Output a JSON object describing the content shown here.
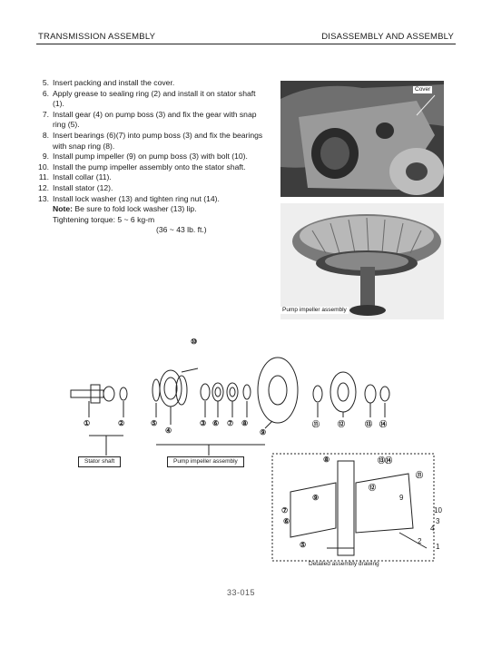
{
  "header": {
    "left": "TRANSMISSION ASSEMBLY",
    "right": "DISASSEMBLY AND ASSEMBLY"
  },
  "steps": [
    {
      "num": "5.",
      "text": "Insert packing and install the cover."
    },
    {
      "num": "6.",
      "text": "Apply grease to sealing ring (2) and install it on stator shaft (1)."
    },
    {
      "num": "7.",
      "text": "Install gear (4) on pump boss (3) and fix the gear with snap ring (5)."
    },
    {
      "num": "8.",
      "text": "Insert bearings (6)(7) into pump boss (3) and fix the bearings with snap ring (8)."
    },
    {
      "num": "9.",
      "text": "Install pump impeller (9) on pump boss (3) with bolt (10)."
    },
    {
      "num": "10.",
      "text": "Install the pump impeller assembly onto the stator shaft."
    },
    {
      "num": "11.",
      "text": "Install collar (11)."
    },
    {
      "num": "12.",
      "text": "Install stator (12)."
    },
    {
      "num": "13.",
      "text": "Install lock washer (13) and tighten ring nut (14)."
    }
  ],
  "note": {
    "label": "Note:",
    "text": "Be sure to fold lock washer (13) lip."
  },
  "torque": {
    "line1": "Tightening torque:  5 ~ 6 kg-m",
    "line2": "(36 ~ 43 lb. ft.)"
  },
  "photo1": {
    "label": "Cover"
  },
  "photo2": {
    "label": "Pump impeller assembly"
  },
  "callouts": {
    "c10": "⑩",
    "c1": "①",
    "c2": "②",
    "c5": "⑤",
    "c4": "④",
    "c3": "③",
    "c6": "⑥",
    "c7": "⑦",
    "c8": "⑧",
    "c9": "⑨",
    "c11": "⑪",
    "c12": "⑫",
    "c13": "⑬",
    "c14": "⑭"
  },
  "labels": {
    "stator_shaft": "Stator shaft",
    "pump_impeller_assembly": "Pump impeller assembly",
    "detailed_drawing": "Detailed assembly drawing"
  },
  "detail_callouts": {
    "d8": "⑧",
    "d1314": "⑬⑭",
    "d11": "⑪",
    "d12": "⑫",
    "d9": "⑨",
    "d7": "⑦",
    "d6": "⑥",
    "d5": "⑤",
    "n10": "10",
    "n3": "3",
    "n4": "4",
    "n2": "2",
    "n1": "1",
    "n9": "9"
  },
  "page_number": "33-015"
}
